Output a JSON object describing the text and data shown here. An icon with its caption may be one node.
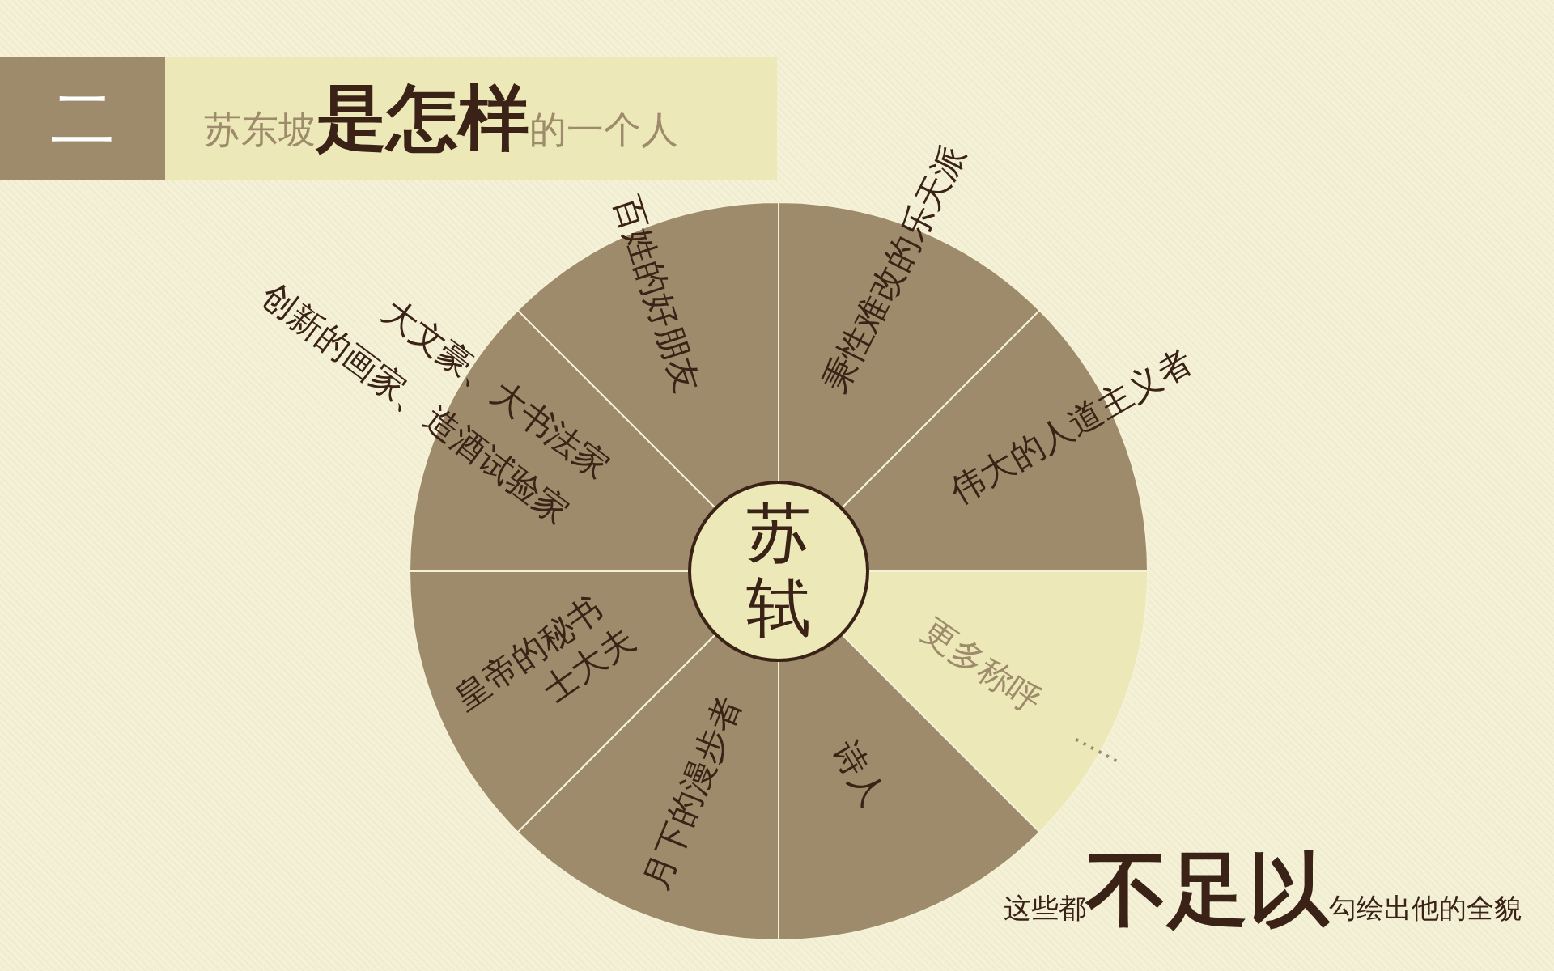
{
  "diagram": {
    "title": "苏东坡**是怎样**的一个人",
    "caption": "这些都**不足以**勾绘出他的全貌",
    "nodes": [
      {
        "text": [
          "二"
        ]
      },
      {
        "text": [
          "苏轼"
        ]
      },
      {
        "text": [
          "百姓的好朋友"
        ]
      },
      {
        "text": [
          "秉性难改的乐天派"
        ]
      },
      {
        "text": [
          "伟大的人道主义者"
        ]
      },
      {
        "text": [
          "更多称呼",
          "……"
        ]
      },
      {
        "text": [
          "诗人"
        ]
      },
      {
        "text": [
          "月下的漫步者"
        ]
      },
      {
        "text": [
          "皇帝的秘书",
          "士大夫"
        ]
      },
      {
        "text": [
          "大文豪、大书法家",
          "创新的画家、造酒试验家"
        ]
      }
    ]
  }
}
